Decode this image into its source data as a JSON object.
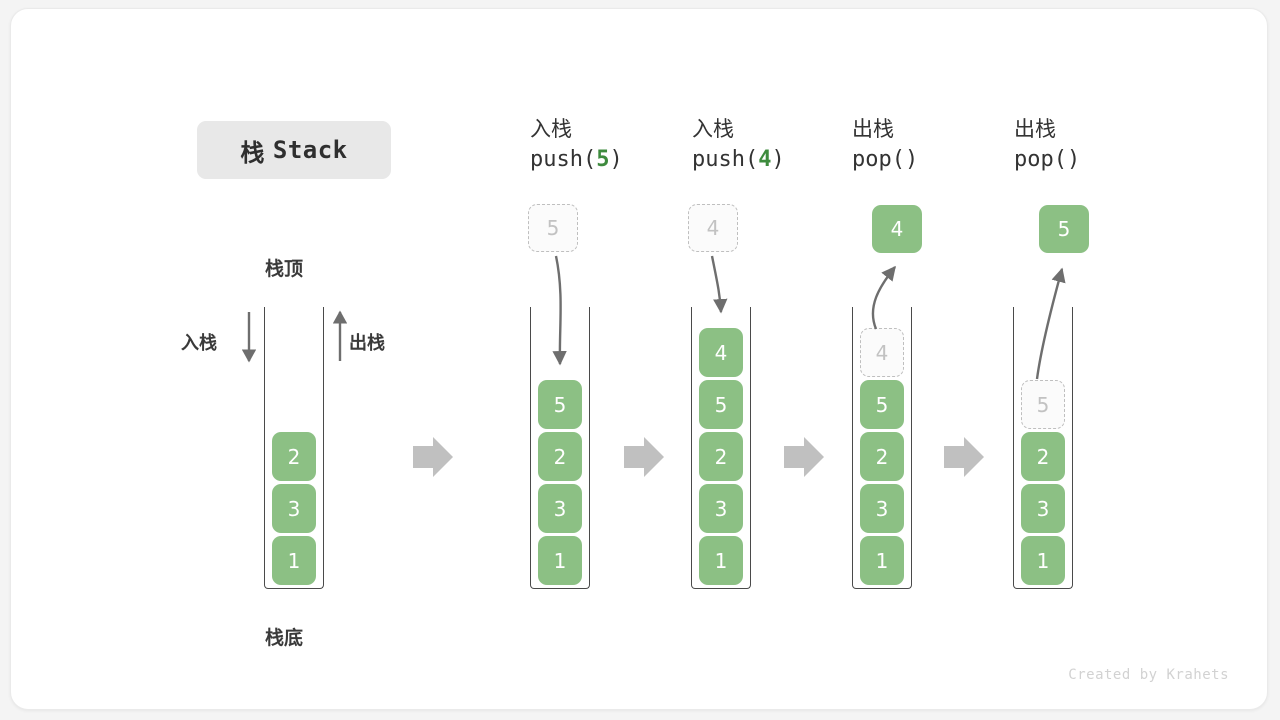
{
  "title": {
    "cjk": "栈",
    "latin": "Stack"
  },
  "legend": {
    "top_label": "栈顶",
    "bottom_label": "栈底",
    "push_label": "入栈",
    "pop_label": "出栈"
  },
  "footer": {
    "credit": "Created by Krahets"
  },
  "colors": {
    "cell_green": "#8cc084",
    "arg_green": "#3e8b3e",
    "ghost_border": "#bfbfbf",
    "ghost_text": "#c2c2c2",
    "container_border": "#4a4a4a",
    "flow_arrow": "#c0c0c0",
    "curve_arrow": "#6e6e6e",
    "chip_bg": "#e8e8e8",
    "card_bg": "#ffffff",
    "page_bg": "#f4f4f4"
  },
  "steps": [
    {
      "id": "initial",
      "header_cjk": "",
      "header_code": "",
      "code_arg": "",
      "cells": [
        {
          "value": "2",
          "state": "solid"
        },
        {
          "value": "3",
          "state": "solid"
        },
        {
          "value": "1",
          "state": "solid"
        }
      ],
      "float": null
    },
    {
      "id": "push-5",
      "header_cjk": "入栈",
      "header_code_prefix": "push(",
      "code_arg": "5",
      "header_code_suffix": ")",
      "cells": [
        {
          "value": "5",
          "state": "solid"
        },
        {
          "value": "2",
          "state": "solid"
        },
        {
          "value": "3",
          "state": "solid"
        },
        {
          "value": "1",
          "state": "solid"
        }
      ],
      "float": {
        "value": "5",
        "state": "ghost"
      },
      "arrow_direction": "in"
    },
    {
      "id": "push-4",
      "header_cjk": "入栈",
      "header_code_prefix": "push(",
      "code_arg": "4",
      "header_code_suffix": ")",
      "cells": [
        {
          "value": "4",
          "state": "solid"
        },
        {
          "value": "5",
          "state": "solid"
        },
        {
          "value": "2",
          "state": "solid"
        },
        {
          "value": "3",
          "state": "solid"
        },
        {
          "value": "1",
          "state": "solid"
        }
      ],
      "float": {
        "value": "4",
        "state": "ghost"
      },
      "arrow_direction": "in"
    },
    {
      "id": "pop-4",
      "header_cjk": "出栈",
      "header_code_prefix": "pop(",
      "code_arg": "",
      "header_code_suffix": ")",
      "cells": [
        {
          "value": "4",
          "state": "ghost"
        },
        {
          "value": "5",
          "state": "solid"
        },
        {
          "value": "2",
          "state": "solid"
        },
        {
          "value": "3",
          "state": "solid"
        },
        {
          "value": "1",
          "state": "solid"
        }
      ],
      "float": {
        "value": "4",
        "state": "solid"
      },
      "arrow_direction": "out"
    },
    {
      "id": "pop-5",
      "header_cjk": "出栈",
      "header_code_prefix": "pop(",
      "code_arg": "",
      "header_code_suffix": ")",
      "cells": [
        {
          "value": "5",
          "state": "ghost"
        },
        {
          "value": "2",
          "state": "solid"
        },
        {
          "value": "3",
          "state": "solid"
        },
        {
          "value": "1",
          "state": "solid"
        }
      ],
      "float": {
        "value": "5",
        "state": "solid"
      },
      "arrow_direction": "out"
    }
  ],
  "flow_arrows": 4
}
